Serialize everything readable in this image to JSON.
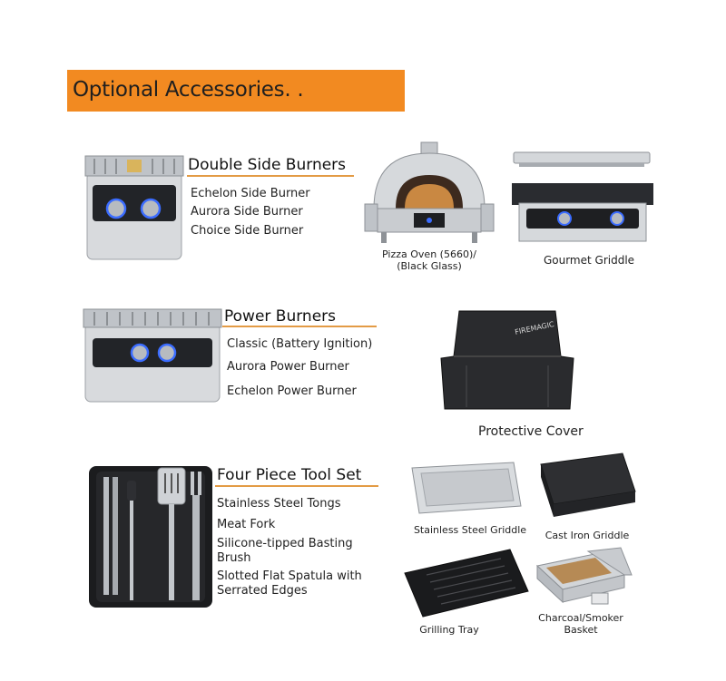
{
  "banner": {
    "title": "Optional Accessories. ."
  },
  "double_side_burners": {
    "heading": "Double Side Burners",
    "items": [
      "Echelon Side Burner",
      "Aurora  Side Burner",
      "Choice Side Burner"
    ]
  },
  "pizza_oven": {
    "caption_line1": "Pizza Oven (5660)/",
    "caption_line2": "(Black Glass)"
  },
  "gourmet_griddle": {
    "caption": "Gourmet Griddle"
  },
  "power_burners": {
    "heading": "Power Burners",
    "items": [
      "Classic (Battery Ignition)",
      "Aurora Power Burner",
      "Echelon Power Burner"
    ]
  },
  "protective_cover": {
    "caption": "Protective Cover",
    "logo_text": "FIREMAGIC"
  },
  "tool_set": {
    "heading": "Four Piece Tool Set",
    "items": [
      "Stainless Steel Tongs",
      "Meat Fork",
      "Silicone-tipped Basting",
      "Brush",
      "Slotted Flat Spatula with",
      "Serrated Edges"
    ]
  },
  "stainless_griddle": {
    "caption": "Stainless Steel Griddle"
  },
  "cast_iron_griddle": {
    "caption": "Cast Iron Griddle"
  },
  "grilling_tray": {
    "caption": "Grilling Tray"
  },
  "smoker_basket": {
    "caption": "Charcoal/Smoker Basket"
  },
  "colors": {
    "accent": "#f28a21",
    "underline": "#e39b45",
    "steel": "#c9ccd0",
    "dark": "#1e1f22",
    "blue_glow": "#3b6cff"
  }
}
